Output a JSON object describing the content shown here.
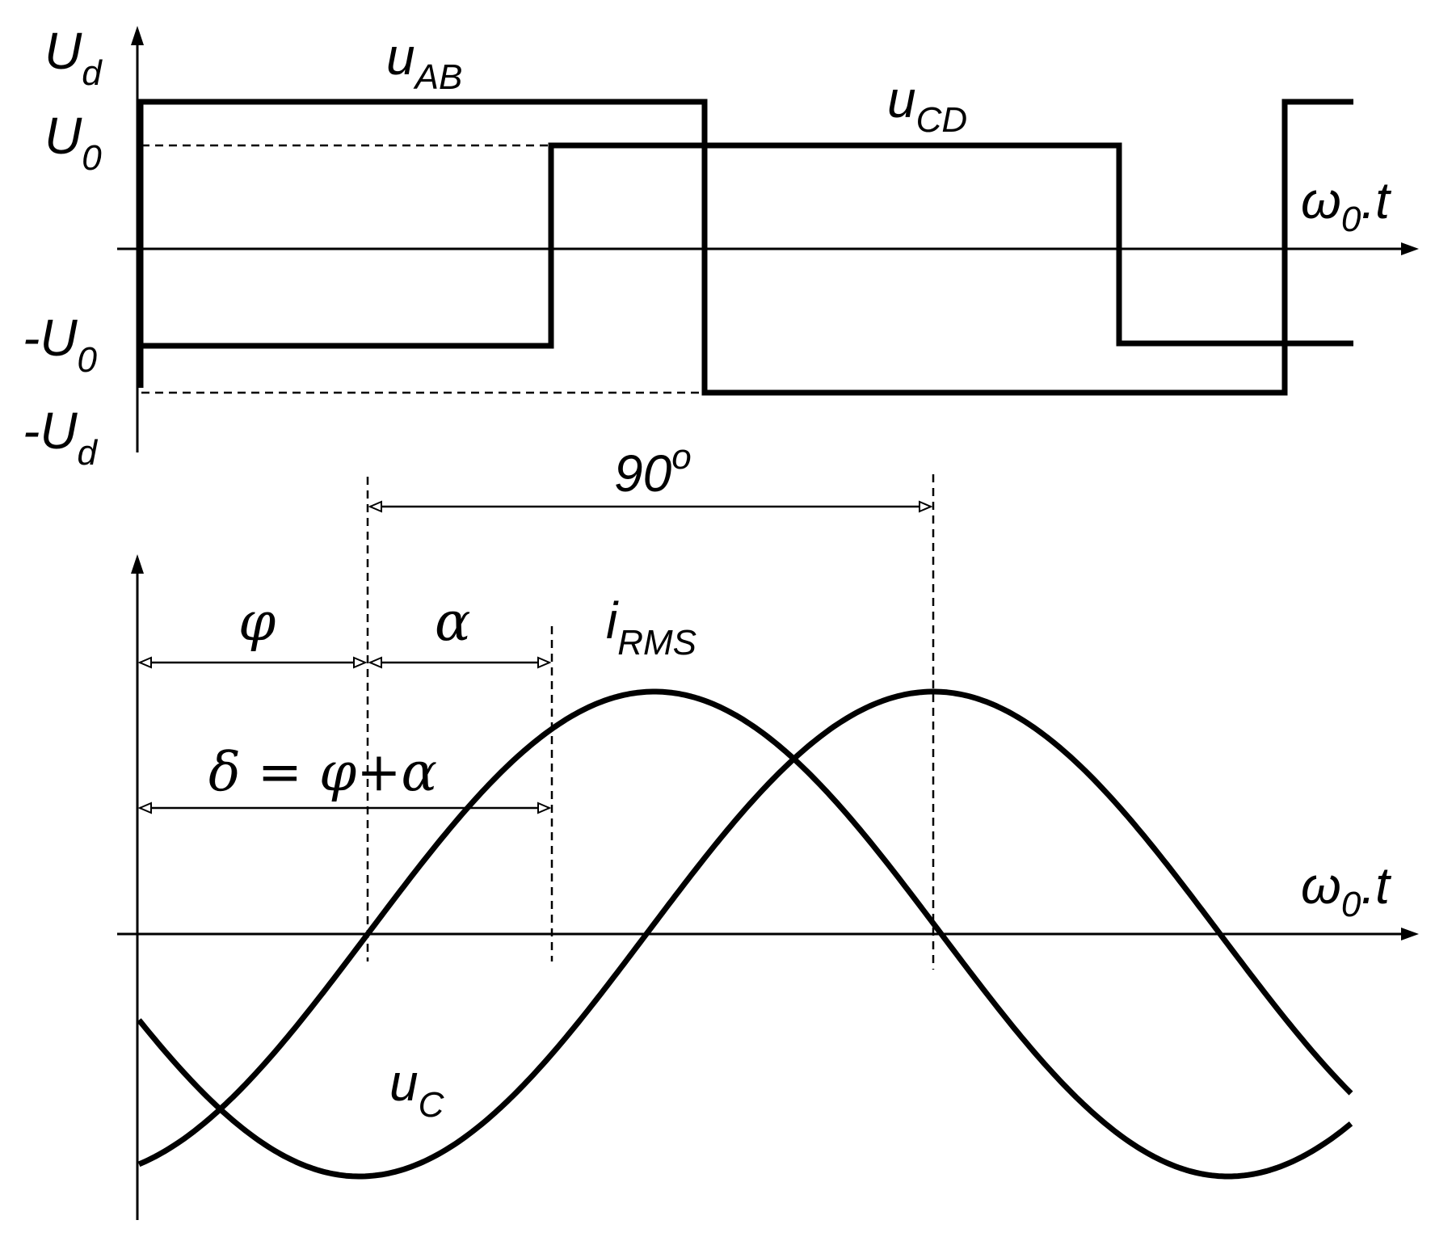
{
  "top_plot": {
    "y_labels": {
      "ud": {
        "main": "U",
        "sub": "d"
      },
      "u0": {
        "main": "U",
        "sub": "0"
      },
      "neg_u0": {
        "main": "-U",
        "sub": "0"
      },
      "neg_ud": {
        "main": "-U",
        "sub": "d"
      }
    },
    "x_label": {
      "main": "ω",
      "sub": "0",
      "rest": ".t"
    },
    "wave_uab": {
      "main": "u",
      "sub": "AB"
    },
    "wave_ucd": {
      "main": "u",
      "sub": "CD"
    }
  },
  "bottom_plot": {
    "x_label": {
      "main": "ω",
      "sub": "0",
      "rest": ".t"
    },
    "angle_90": {
      "main": "90",
      "sup": "o"
    },
    "phi": "φ",
    "alpha": "α",
    "delta_eq": "δ = φ+α",
    "i_rms": {
      "main": "i",
      "sub": "RMS"
    },
    "u_c": {
      "main": "u",
      "sub": "C"
    }
  }
}
